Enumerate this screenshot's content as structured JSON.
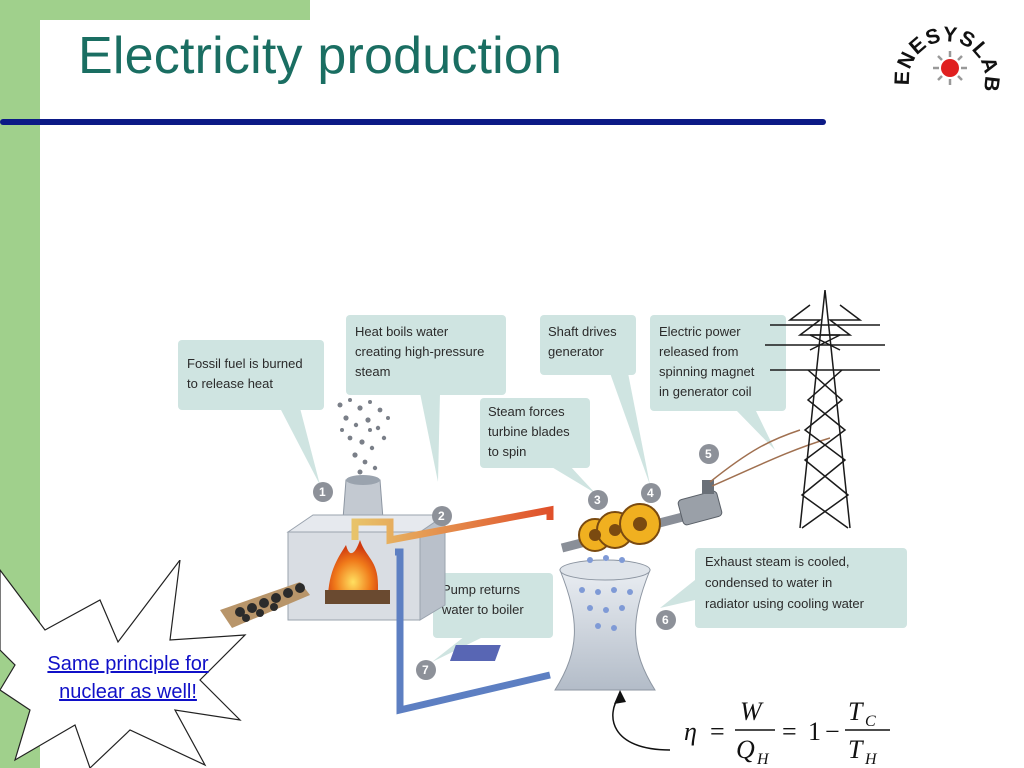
{
  "slide": {
    "title": "Electricity production",
    "logo_text": "ENESYSLAB",
    "colors": {
      "accent_green": "#a0d08c",
      "title_teal": "#1a6e62",
      "rule_navy": "#0c1a86",
      "link_blue": "#1010c8"
    }
  },
  "diagram": {
    "callouts": [
      {
        "number": "1",
        "lines": [
          "Fossil fuel is burned",
          "to release heat"
        ]
      },
      {
        "number": "2",
        "lines": [
          "Heat boils water",
          "creating high-pressure",
          "steam"
        ]
      },
      {
        "number": "3",
        "lines": [
          "Steam forces",
          "turbine blades",
          "to spin"
        ]
      },
      {
        "number": "4",
        "lines": [
          "Shaft drives",
          "generator"
        ]
      },
      {
        "number": "5",
        "lines": [
          "Electric power",
          "released from",
          "spinning magnet",
          "in generator coil"
        ]
      },
      {
        "number": "6",
        "lines": [
          "Exhaust steam is cooled,",
          "condensed to water in",
          "radiator using cooling water"
        ]
      },
      {
        "number": "7",
        "lines": [
          "Pump returns",
          "water to boiler"
        ]
      }
    ]
  },
  "starburst": {
    "line1": "Same principle for",
    "line2": "nuclear as well!"
  },
  "formula": {
    "lhs": "η",
    "eq": "=",
    "num1": "W",
    "den1": "Q",
    "den1_sub": "H",
    "one": "1",
    "minus": "−",
    "num2": "T",
    "num2_sub": "C",
    "den2": "T",
    "den2_sub": "H"
  }
}
